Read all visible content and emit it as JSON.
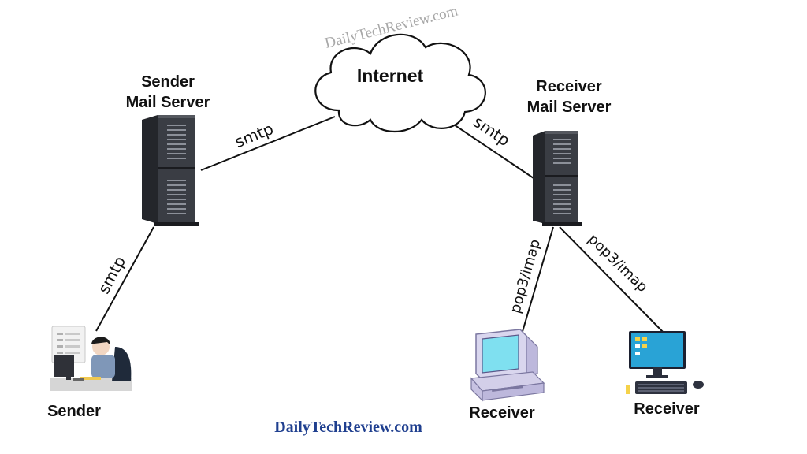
{
  "labels": {
    "internet": "Internet",
    "sender_server_line1": "Sender",
    "sender_server_line2": "Mail Server",
    "receiver_server_line1": "Receiver",
    "receiver_server_line2": "Mail Server",
    "sender": "Sender",
    "receiver_1": "Receiver",
    "receiver_2": "Receiver"
  },
  "protocols": {
    "sender_to_internet": "smtp",
    "internet_to_receiver": "smtp",
    "sender_to_server": "smtp",
    "server_to_receiver_1": "pop3/imap",
    "server_to_receiver_2": "pop3/imap"
  },
  "watermark": "DailyTechReview.com",
  "footer": "DailyTechReview.com",
  "colors": {
    "server_body": "#3a3d44",
    "server_dark": "#24262b",
    "monitor_blue": "#29a3d6",
    "crt_screen": "#7fe0f0",
    "crt_body": "#d9d6ee",
    "footer_text": "#1f3f8f"
  }
}
